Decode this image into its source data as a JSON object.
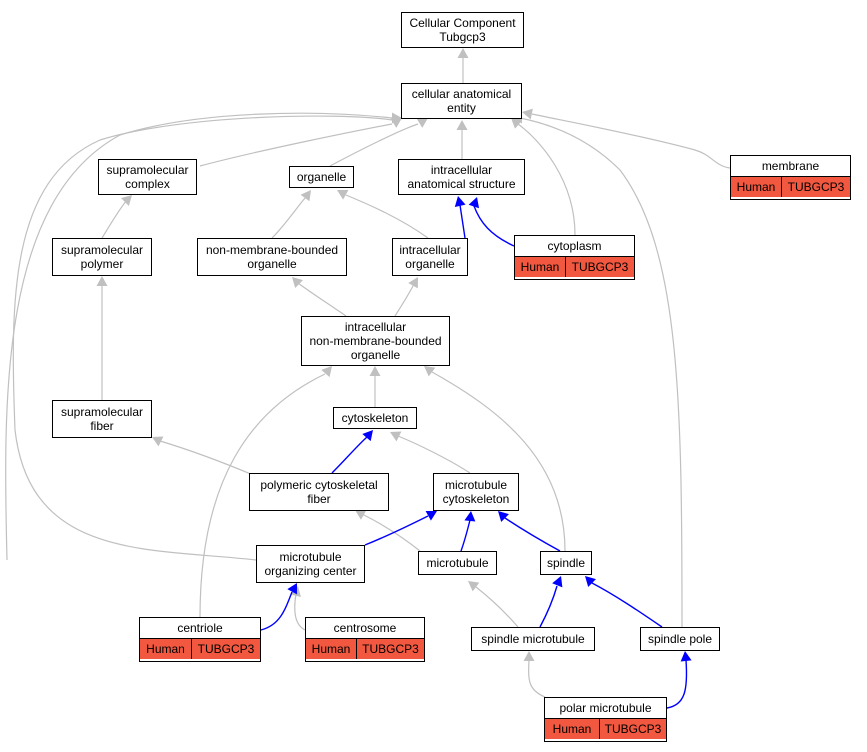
{
  "colors": {
    "gray_edge": "#c0c0c0",
    "blue_edge": "#0000ff",
    "annotation_fill": "#f2573f"
  },
  "nodes": {
    "root": "Cellular Component\nTubgcp3",
    "cae": "cellular anatomical\nentity",
    "supcomplex": "supramolecular\ncomplex",
    "organelle": "organelle",
    "ias": "intracellular\nanatomical structure",
    "membrane": "membrane",
    "suppolymer": "supramolecular\npolymer",
    "nmbo": "non-membrane-bounded\norganelle",
    "icorg": "intracellular\norganelle",
    "cytoplasm": "cytoplasm",
    "icnmbo": "intracellular\nnon-membrane-bounded\norganelle",
    "supfiber": "supramolecular\nfiber",
    "cytoskeleton": "cytoskeleton",
    "pcf": "polymeric cytoskeletal\nfiber",
    "mtcyto": "microtubule\ncytoskeleton",
    "mtoc": "microtubule\norganizing center",
    "microtubule": "microtubule",
    "spindle": "spindle",
    "centriole": "centriole",
    "centrosome": "centrosome",
    "spindlemt": "spindle microtubule",
    "spindlepole": "spindle pole",
    "polarmt": "polar microtubule"
  },
  "annotation": {
    "species": "Human",
    "gene": "TUBGCP3"
  }
}
